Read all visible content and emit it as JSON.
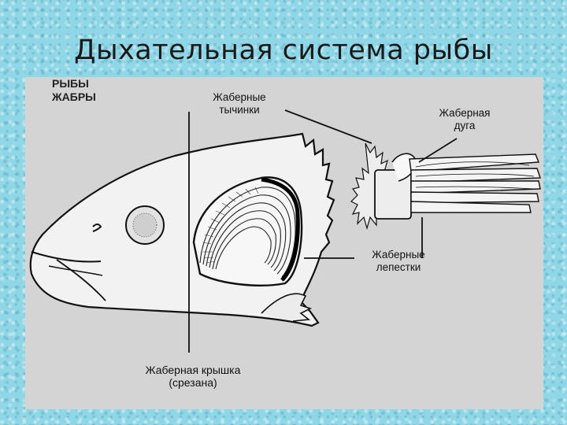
{
  "slide": {
    "title": "Дыхательная система рыбы"
  },
  "figure": {
    "heading_line1": "РЫБЫ",
    "heading_line2": "ЖАБРЫ",
    "labels": {
      "rakers_line1": "Жаберные",
      "rakers_line2": "тычинки",
      "arch_line1": "Жаберная",
      "arch_line2": "дуга",
      "filaments_line1": "Жаберные",
      "filaments_line2": "лепестки",
      "operculum_line1": "Жаберная крышка",
      "operculum_line2": "(срезана)"
    }
  },
  "colors": {
    "background": "#8fd6e6",
    "figure_background": "#d4d4d4",
    "ink": "#111111"
  }
}
